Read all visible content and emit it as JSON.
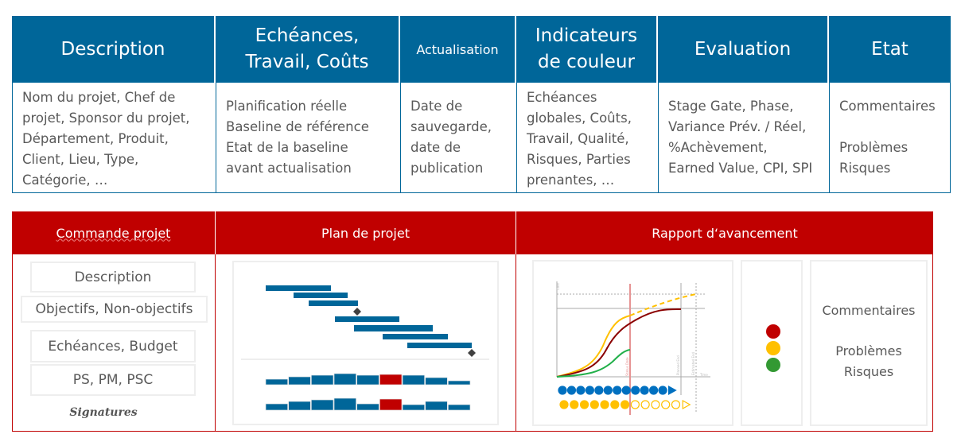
{
  "top_table": {
    "headers": [
      "Description",
      "Echéances,\nTravail, Coûts",
      "Actualisation",
      "Indicateurs\nde couleur",
      "Evaluation",
      "Etat"
    ],
    "cells": [
      "Nom du projet, Chef de\nprojet, Sponsor du projet,\nDépartement, Produit,\nClient, Lieu, Type,\nCatégorie, …",
      "Planification réelle\nBaseline de référence\nEtat de la baseline\navant actualisation",
      "Date de\nsauvegarde,\ndate de\npublication",
      "Echéances\nglobales, Coûts,\nTravail, Qualité,\nRisques, Parties\nprenantes, …",
      "Stage Gate, Phase,\nVariance Prév. / Réel,\n%Achèvement,\nEarned Value, CPI, SPI",
      "Commentaires\n\nProblèmes\nRisques"
    ]
  },
  "bottom_table": {
    "headers": [
      "Commande projet",
      "Plan de projet",
      "Rapport d‘avancement"
    ],
    "commande_items": [
      "Description",
      "Objectifs, Non-objectifs",
      "Echéances, Budget",
      "PS, PM, PSC"
    ],
    "signatures": "Signatures",
    "chart_labels": {
      "y_axis": "Cost",
      "x_axis": "Time",
      "status_date": "Status Date",
      "planned_end": "Planned End",
      "estimated_end": "Estimated End"
    },
    "traffic_light_colors": [
      "#c00000",
      "#ffc000",
      "#339933"
    ],
    "etat_text": "Commentaires\n\nProblèmes\nRisques"
  },
  "colors": {
    "header_blue": "#006699",
    "header_red": "#c00000",
    "bar_blue": "#006699"
  }
}
